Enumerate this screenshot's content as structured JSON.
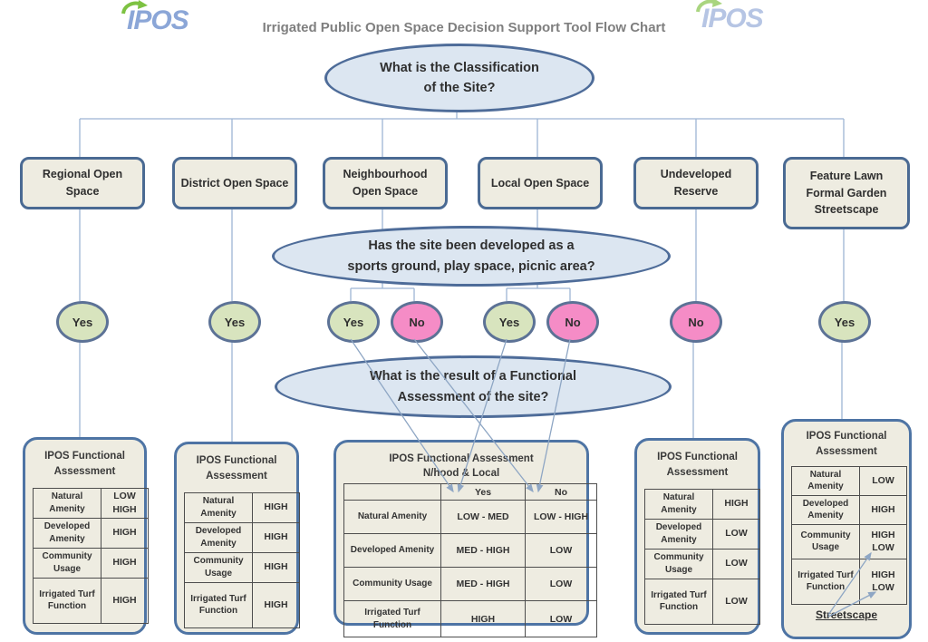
{
  "header": {
    "logo": "IPOS",
    "title": "Irrigated Public Open Space Decision Support Tool Flow Chart"
  },
  "questions": {
    "classification": {
      "lines": [
        "What is the Classification",
        "of the Site?"
      ]
    },
    "developed": {
      "lines": [
        "Has the site been developed as a",
        "sports ground, play space, picnic area?"
      ]
    },
    "functional": {
      "lines": [
        "What is the result of a Functional",
        "Assessment of the site?"
      ]
    }
  },
  "classifications": [
    {
      "lines": [
        "Regional Open",
        "Space"
      ]
    },
    {
      "lines": [
        "District Open Space"
      ]
    },
    {
      "lines": [
        "Neighbourhood",
        "Open Space"
      ]
    },
    {
      "lines": [
        "Local Open Space"
      ]
    },
    {
      "lines": [
        "Undeveloped",
        "Reserve"
      ]
    },
    {
      "lines": [
        "Feature Lawn",
        "Formal Garden",
        "Streetscape"
      ]
    }
  ],
  "answers": [
    {
      "label": "Yes"
    },
    {
      "label": "Yes"
    },
    {
      "label": "Yes"
    },
    {
      "label": "No"
    },
    {
      "label": "Yes"
    },
    {
      "label": "No"
    },
    {
      "label": "No"
    },
    {
      "label": "Yes"
    }
  ],
  "assessments": {
    "regional": {
      "title_lines": [
        "IPOS Functional",
        "Assessment"
      ],
      "rows": [
        {
          "label": "Natural Amenity",
          "value": "LOW HIGH"
        },
        {
          "label": "Developed Amenity",
          "value": "HIGH"
        },
        {
          "label": "Community Usage",
          "value": "HIGH"
        },
        {
          "label": "Irrigated Turf Function",
          "value": "HIGH"
        }
      ]
    },
    "district": {
      "title_lines": [
        "IPOS Functional",
        "Assessment"
      ],
      "rows": [
        {
          "label": "Natural Amenity",
          "value": "HIGH"
        },
        {
          "label": "Developed Amenity",
          "value": "HIGH"
        },
        {
          "label": "Community Usage",
          "value": "HIGH"
        },
        {
          "label": "Irrigated Turf Function",
          "value": "HIGH"
        }
      ]
    },
    "nhood_local": {
      "title_lines": [
        "IPOS Functional Assessment",
        "N/hood & Local"
      ],
      "col_yes": "Yes",
      "col_no": "No",
      "rows": [
        {
          "label": "Natural Amenity",
          "yes": "LOW - MED",
          "no": "LOW - HIGH"
        },
        {
          "label": "Developed Amenity",
          "yes": "MED - HIGH",
          "no": "LOW"
        },
        {
          "label": "Community Usage",
          "yes": "MED - HIGH",
          "no": "LOW"
        },
        {
          "label": "Irrigated Turf Function",
          "yes": "HIGH",
          "no": "LOW"
        }
      ]
    },
    "undeveloped": {
      "title_lines": [
        "IPOS Functional",
        "Assessment"
      ],
      "rows": [
        {
          "label": "Natural Amenity",
          "value": "HIGH"
        },
        {
          "label": "Developed Amenity",
          "value": "LOW"
        },
        {
          "label": "Community Usage",
          "value": "LOW"
        },
        {
          "label": "Irrigated Turf Function",
          "value": "LOW"
        }
      ]
    },
    "feature": {
      "title_lines": [
        "IPOS Functional",
        "Assessment"
      ],
      "rows": [
        {
          "label": "Natural Amenity",
          "value": "LOW"
        },
        {
          "label": "Developed Amenity",
          "value": "HIGH"
        },
        {
          "label": "Community Usage",
          "value": "HIGH LOW"
        },
        {
          "label": "Irrigated Turf Function",
          "value": "HIGH LOW"
        }
      ],
      "footnote": "Streetscape"
    }
  },
  "colors": {
    "ellipse_fill": "#DCE6F1",
    "box_fill": "#EEECE1",
    "yes_fill": "#D8E4BE",
    "no_fill": "#F58CC6",
    "shape_border": "#4E6C99",
    "connector": "#9DB5D4",
    "logo_blue": "#8BA6D7",
    "logo_blue_faded": "#B6C5E4",
    "logo_green": "#7DC242",
    "title_gray": "#7F7F7F"
  }
}
